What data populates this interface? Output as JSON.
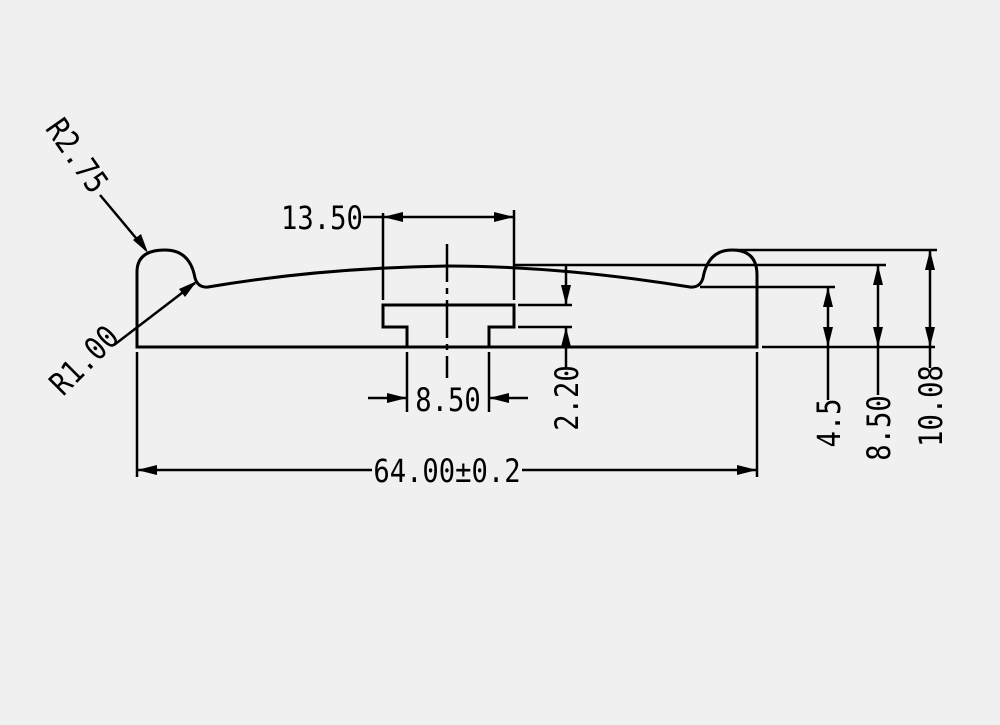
{
  "drawing": {
    "background": "#f0f0f0",
    "line_color": "#000000",
    "dimensions": {
      "radius_large": "R2.75",
      "radius_small": "R1.00",
      "slot_top_width": "13.50",
      "slot_neck_width": "8.50",
      "slot_depth": "2.20",
      "overall_length": "64.00±0.2",
      "height_inner": "4.5",
      "height_mid": "8.50",
      "height_total": "10.08"
    }
  }
}
